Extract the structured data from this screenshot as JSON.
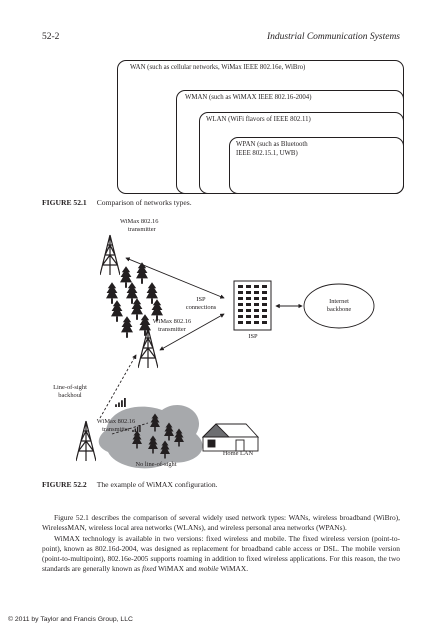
{
  "header": {
    "page_number": "52-2",
    "book_title": "Industrial Communication Systems"
  },
  "figure1": {
    "wan_label": "WAN (such as cellular networks, WiMax IEEE 802.16e, WiBro)",
    "man_label": "WMAN (such as WiMAX IEEE 802.16-2004)",
    "wlan_label": "WLAN (WiFi flavors of IEEE 802.11)",
    "wpan_label_1": "WPAN (such as Bluetooth",
    "wpan_label_2": "IEEE 802.15.1, UWB)",
    "caption_num": "FIGURE 52.1",
    "caption_text": "Comparison of networks types."
  },
  "figure2": {
    "top_tower_1": "WiMax 802.16",
    "top_tower_2": "transmitter",
    "isp_conn_1": "ISP",
    "isp_conn_2": "connections",
    "isp_label": "ISP",
    "internet_1": "Internet",
    "internet_2": "backbone",
    "mid_tower_1": "WiMax 802.16",
    "mid_tower_2": "transmitter",
    "los_1": "Line-of-sight",
    "los_2": "backhoul",
    "low_tower_1": "WiMax 802.16",
    "low_tower_2": "transmitter",
    "home_lan": "Home LAN",
    "nlos": "No line-of-sight",
    "caption_num": "FIGURE 52.2",
    "caption_text": "The example of WiMAX configuration."
  },
  "body": {
    "p1": "Figure 52.1 describes the comparison of several widely used network types: WANs, wireless broadband (WiBro), WirelessMAN, wireless local area networks (WLANs), and wireless personal area networks (WPANs).",
    "p2_a": "WiMAX technology is available in two versions: fixed wireless and mobile. The fixed wireless version (point-to-point), known as 802.16d-2004, was designed as replacement for broadband cable access or DSL. The mobile version (point-to-multipoint), 802.16e-2005 supports roaming in addition to fixed wireless applications. For this reason, the two standards are generally known as ",
    "p2_fixed": "fixed",
    "p2_b": " WiMAX and ",
    "p2_mobile": "mobile",
    "p2_c": " WiMAX."
  },
  "footer": {
    "copyright": "© 2011 by Taylor and Francis Group, LLC"
  }
}
